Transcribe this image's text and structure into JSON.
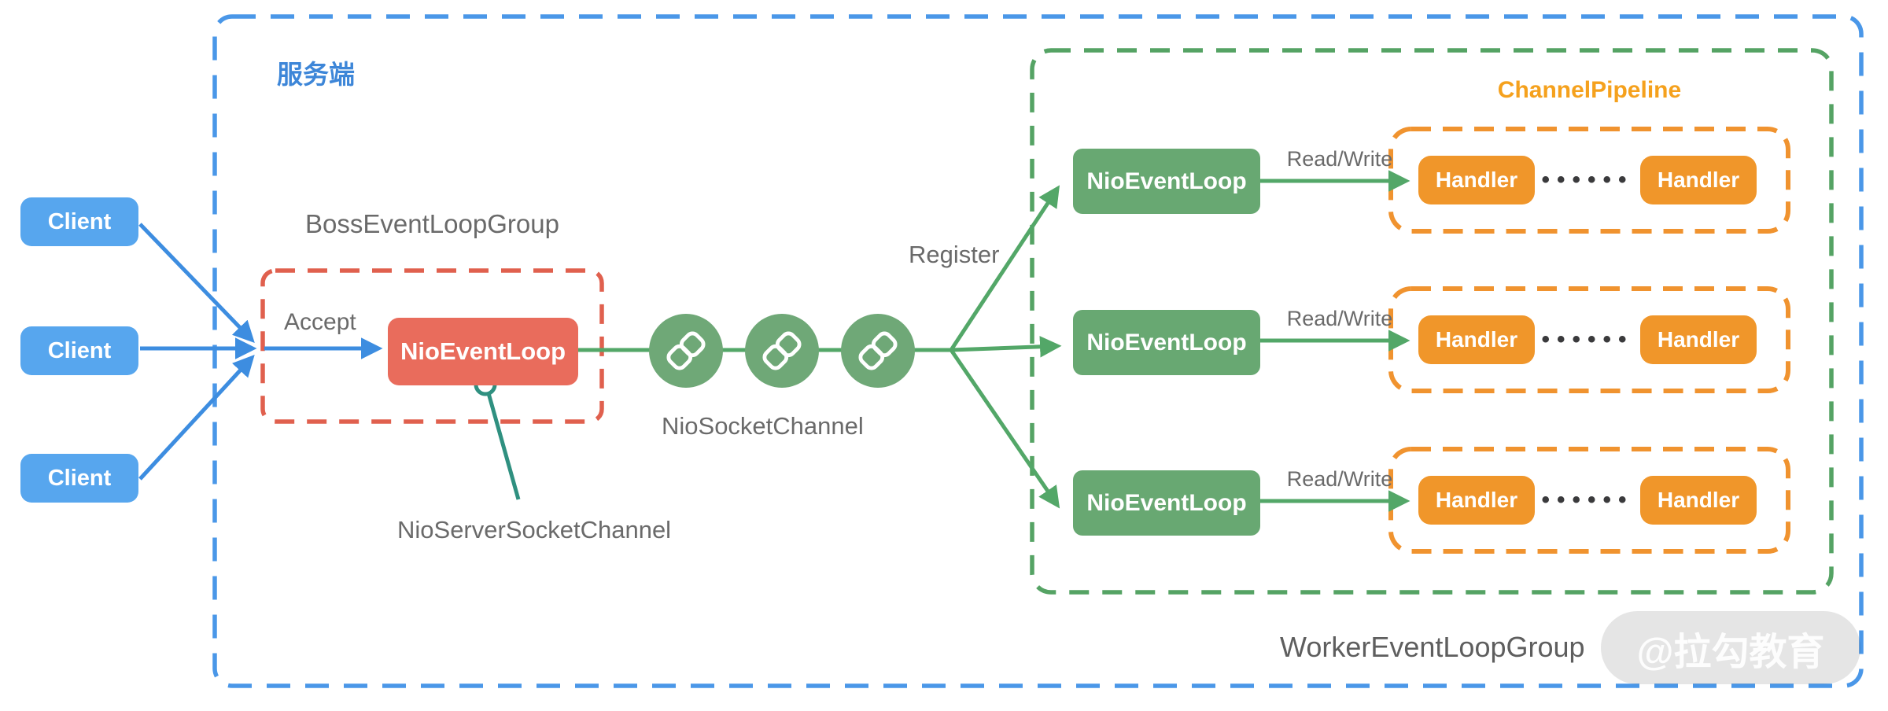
{
  "colors": {
    "blue_border": "#4a97e8",
    "blue_fill": "#57a6ee",
    "blue_arrow": "#3d8de0",
    "red_border": "#e0604e",
    "red_fill": "#e96c5c",
    "green_border": "#55a364",
    "green_fill": "#68a872",
    "green_arrow": "#53a768",
    "teal_connector": "#2f9080",
    "orange_border": "#f0932f",
    "orange_fill": "#f0962a",
    "pipeline_text": "#f5a11d",
    "gray_text": "#6a6a6a"
  },
  "server_container": {
    "label": "服务端"
  },
  "clients": [
    {
      "label": "Client"
    },
    {
      "label": "Client"
    },
    {
      "label": "Client"
    }
  ],
  "boss_group": {
    "title": "BossEventLoopGroup",
    "accept_label": "Accept",
    "event_loop_label": "NioEventLoop",
    "server_channel_label": "NioServerSocketChannel"
  },
  "socket_channel_label": "NioSocketChannel",
  "register_label": "Register",
  "worker_group": {
    "title": "WorkerEventLoopGroup",
    "pipeline_title": "ChannelPipeline",
    "rows": [
      {
        "event_loop_label": "NioEventLoop",
        "io_label": "Read/Write",
        "handler_left": "Handler",
        "ellipsis": "••••••",
        "handler_right": "Handler"
      },
      {
        "event_loop_label": "NioEventLoop",
        "io_label": "Read/Write",
        "handler_left": "Handler",
        "ellipsis": "••••••",
        "handler_right": "Handler"
      },
      {
        "event_loop_label": "NioEventLoop",
        "io_label": "Read/Write",
        "handler_left": "Handler",
        "ellipsis": "••••••",
        "handler_right": "Handler"
      }
    ]
  },
  "watermark": "@拉勾教育"
}
